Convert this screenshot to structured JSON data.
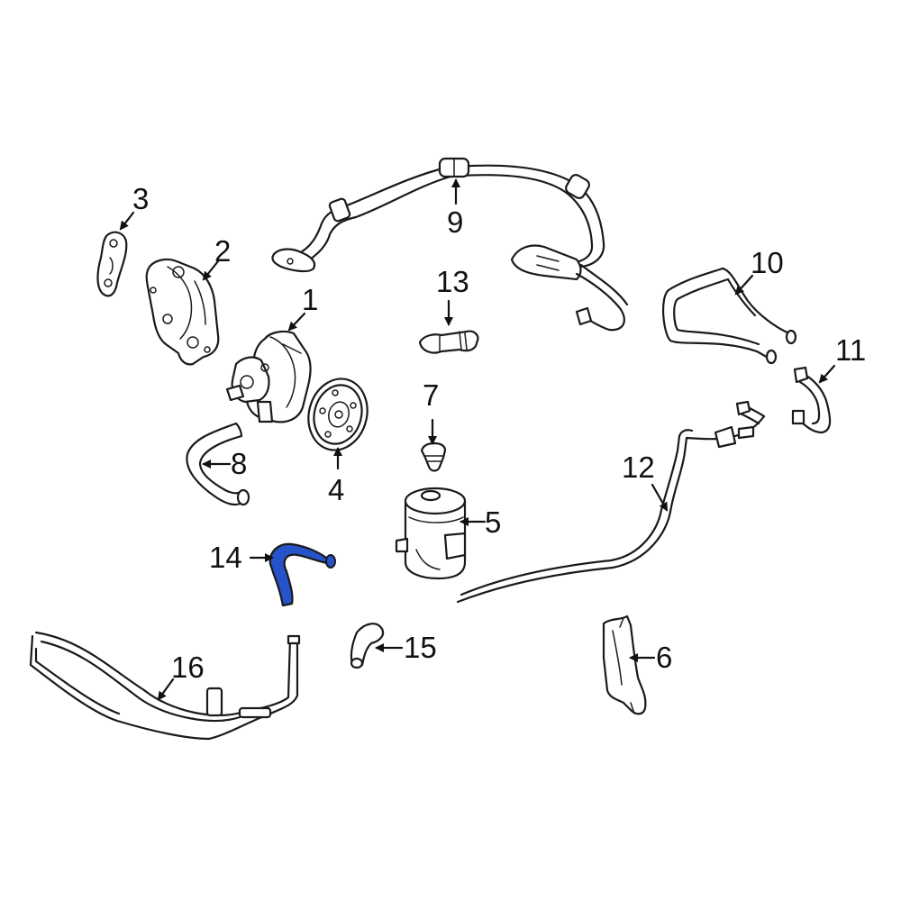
{
  "highlight_color": "#2553c9",
  "callouts": {
    "c1": "1",
    "c2": "2",
    "c3": "3",
    "c4": "4",
    "c5": "5",
    "c6": "6",
    "c7": "7",
    "c8": "8",
    "c9": "9",
    "c10": "10",
    "c11": "11",
    "c12": "12",
    "c13": "13",
    "c14": "14",
    "c15": "15",
    "c16": "16"
  }
}
